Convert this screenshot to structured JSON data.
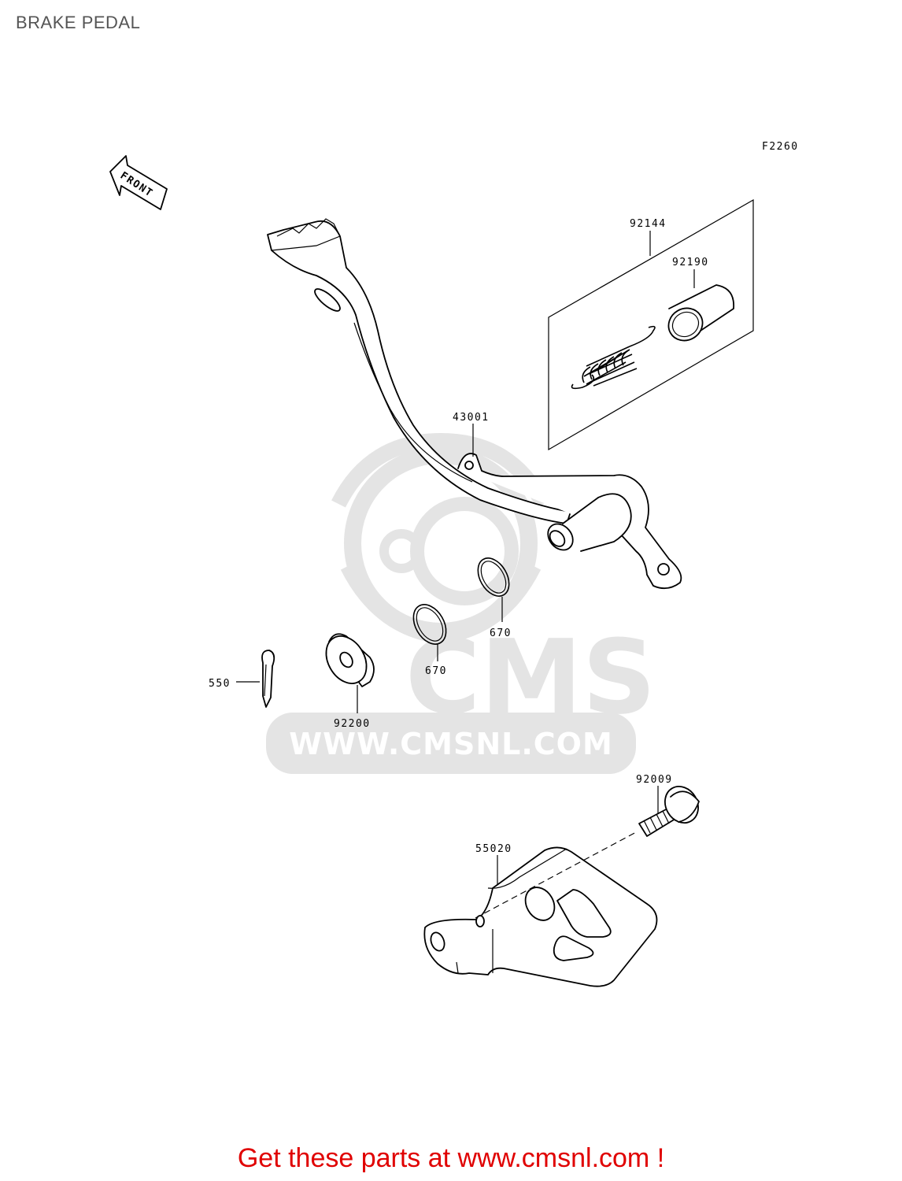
{
  "page": {
    "title": "BRAKE PEDAL"
  },
  "diagram": {
    "code": "F2260",
    "direction_label": "FRONT",
    "parts": [
      {
        "id": "92144"
      },
      {
        "id": "92190"
      },
      {
        "id": "43001"
      },
      {
        "id": "670"
      },
      {
        "id": "670"
      },
      {
        "id": "550"
      },
      {
        "id": "92200"
      },
      {
        "id": "92009"
      },
      {
        "id": "55020"
      }
    ]
  },
  "watermark": {
    "brand": "CMS",
    "url": "WWW.CMSNL.COM"
  },
  "footer": {
    "text": "Get these parts at www.cmsnl.com !",
    "color": "#e00000"
  }
}
